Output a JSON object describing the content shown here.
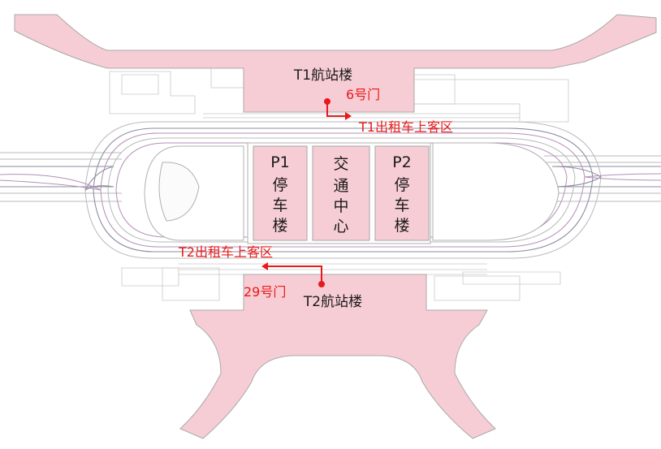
{
  "map": {
    "t1_terminal": "T1航站楼",
    "t2_terminal": "T2航站楼",
    "gate6": "6号门",
    "gate29": "29号门",
    "t1_taxi": "T1出租车上客区",
    "t2_taxi": "T2出租车上客区",
    "p1": {
      "line1": "P1",
      "line2": "停",
      "line3": "车",
      "line4": "楼"
    },
    "center": {
      "line1": "交",
      "line2": "通",
      "line3": "中",
      "line4": "心"
    },
    "p2": {
      "line1": "P2",
      "line2": "停",
      "line3": "车",
      "line4": "楼"
    }
  },
  "colors": {
    "building_fill": "#f7cdd5",
    "label_red": "#e8191a",
    "label_black": "#1a1a1a"
  }
}
